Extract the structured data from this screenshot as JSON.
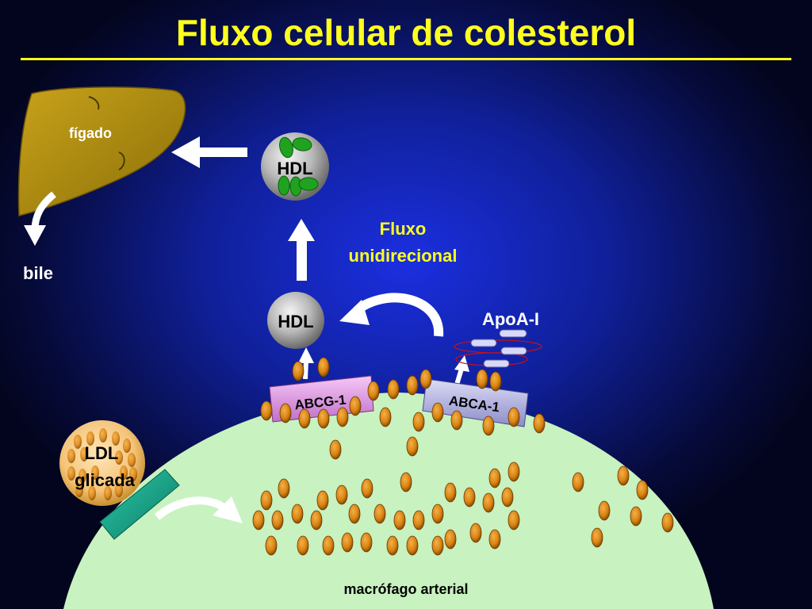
{
  "title": "Fluxo celular de colesterol",
  "labels": {
    "liver": "fígado",
    "bile": "bile",
    "hdl_top": "HDL",
    "hdl_mid": "HDL",
    "flow_line1": "Fluxo",
    "flow_line2": "unidirecional",
    "apoa1": "ApoA-I",
    "abcg1": "ABCG-1",
    "abca1": "ABCA-1",
    "ldl_line1": "LDL",
    "ldl_line2": "glicada",
    "macrophage": "macrófago arterial"
  },
  "colors": {
    "title": "#ffff1e",
    "liver": "#a8880e",
    "macrophage": "#c8f2c0",
    "droplet": "#d98310",
    "abcg1": "#e8a0e8",
    "abca1": "#b8b8e6",
    "receptor": "#1aa98f",
    "hdl_cholesterol": "#1fa31f"
  },
  "icons": [
    "arrow-left-icon",
    "arrow-up-icon",
    "curved-arrow-icon",
    "apoa1-helix-icon",
    "cholesterol-droplet-icon"
  ]
}
